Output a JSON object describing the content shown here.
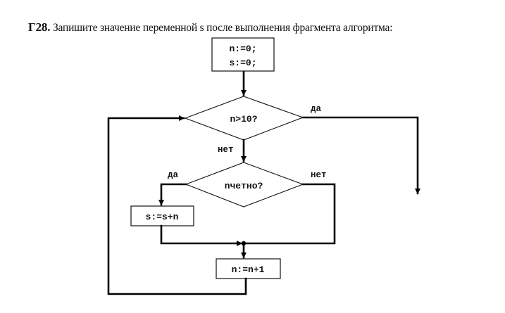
{
  "task": {
    "number": "Г28.",
    "text": " Запишите значение переменной s после выполнения фрагмента алгоритма:"
  },
  "flowchart": {
    "init_block": {
      "line1": "n:=0;",
      "line2": "s:=0;"
    },
    "decision_1": {
      "condition": "n>10?",
      "yes_label": "да",
      "no_label": "нет"
    },
    "decision_2": {
      "condition": "nчетно?",
      "yes_label": "да",
      "no_label": "нет"
    },
    "process_sum": {
      "text": "s:=s+n"
    },
    "process_increment": {
      "text": "n:=n+1"
    }
  }
}
